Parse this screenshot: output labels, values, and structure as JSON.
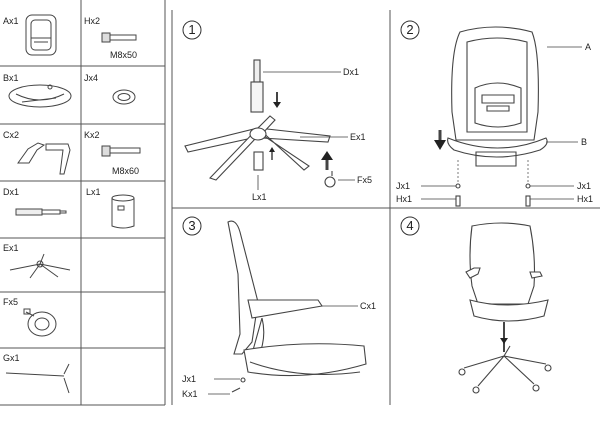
{
  "parts": [
    {
      "code": "Ax1"
    },
    {
      "code": "Hx2",
      "spec": "M8x50"
    },
    {
      "code": "Bx1"
    },
    {
      "code": "Jx4"
    },
    {
      "code": "Cx2"
    },
    {
      "code": "Kx2",
      "spec": "M8x60"
    },
    {
      "code": "Dx1"
    },
    {
      "code": "Lx1"
    },
    {
      "code": "Ex1"
    },
    {
      "code": "Fx5"
    },
    {
      "code": "Gx1"
    }
  ],
  "steps": [
    {
      "number": "1",
      "labels": {
        "dx": "Dx1",
        "ex": "Ex1",
        "fx": "Fx5",
        "lx": "Lx1"
      }
    },
    {
      "number": "2",
      "labels": {
        "a": "A",
        "b": "B",
        "jx_left": "Jx1",
        "hx_left": "Hx1",
        "jx_right": "Jx1",
        "hx_right": "Hx1"
      }
    },
    {
      "number": "3",
      "labels": {
        "cx": "Cx1",
        "jx": "Jx1",
        "kx": "Kx1"
      }
    },
    {
      "number": "4"
    }
  ]
}
